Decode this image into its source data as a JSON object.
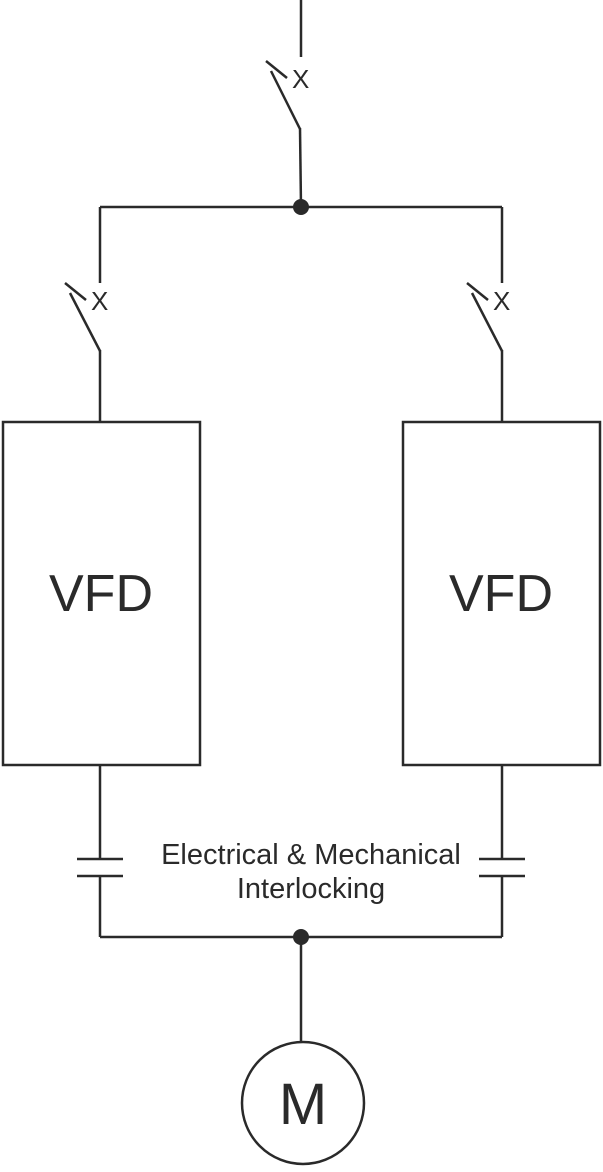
{
  "diagram": {
    "type": "electrical-one-line-schematic",
    "labels": {
      "breaker_top": "X",
      "breaker_left": "X",
      "breaker_right": "X",
      "vfd_left": "VFD",
      "vfd_right": "VFD",
      "interlock_line1": "Electrical & Mechanical",
      "interlock_line2": "Interlocking",
      "motor": "M"
    },
    "colors": {
      "line": "#2a2a2a",
      "background": "#ffffff"
    }
  }
}
